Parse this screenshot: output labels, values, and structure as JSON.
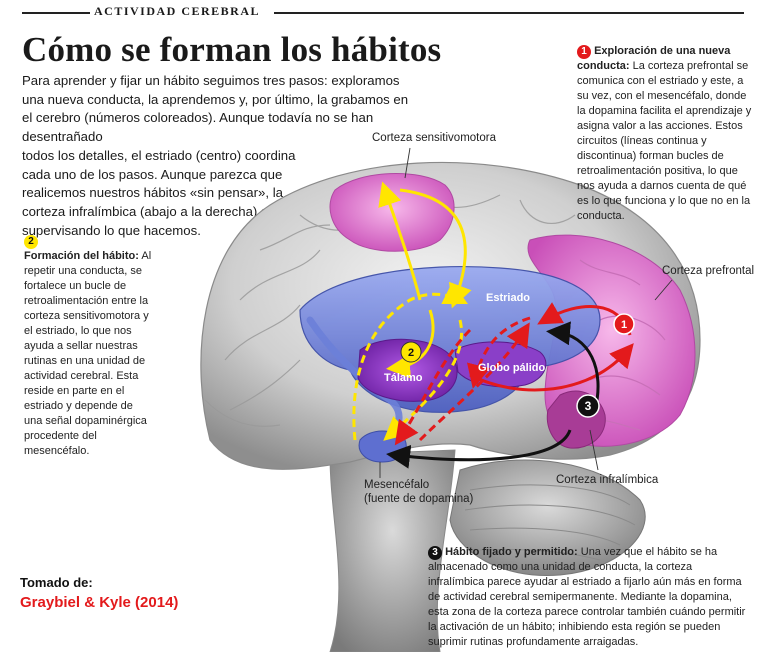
{
  "section_label": "ACTIVIDAD CEREBRAL",
  "title": "Cómo se forman los hábitos",
  "intro": {
    "line_1": "Para aprender y fijar un hábito seguimos tres pasos: exploramos una nueva conducta, la aprendemos y, por último, la grabamos en el cerebro (números coloreados). Aunque todavía no se han desentrañado",
    "line_2": "todos los detalles, el estriado (centro) coordina cada uno de los pasos. Aunque parezca que realicemos nuestros hábitos «sin pensar», la corteza infralímbica (abajo a la derecha) sigue supervisando lo que hacemos."
  },
  "step_1": {
    "number": "1",
    "title": "Exploración de una nueva conducta:",
    "text": "La corteza prefrontal se comunica con el estriado y este, a su vez, con el mesencéfalo, donde la dopamina facilita el aprendizaje y asigna valor a las acciones. Estos circuitos (líneas continua y discontinua) forman bucles de retroalimentación positiva, lo que nos ayuda a darnos cuenta de qué es lo que funciona y lo que no en la conducta.",
    "color": "#e31a1c"
  },
  "step_2": {
    "number": "2",
    "title": "Formación del hábito:",
    "text": "Al repetir una conducta, se fortalece un bucle de retroalimentación entre la corteza sensitivomotora y el estriado, lo que nos ayuda a sellar nuestras rutinas en una unidad de actividad cerebral. Esta reside en parte en el estriado y depende de una señal dopaminérgica procedente del mesencéfalo.",
    "color": "#ffe600"
  },
  "step_3": {
    "number": "3",
    "title": "Hábito fijado y permitido:",
    "text": "Una vez que el hábito se ha almacenado como una unidad de conducta, la corteza infralímbica parece ayudar al estriado a fijarlo aún más en forma de actividad cerebral semipermanente. Mediante la dopamina, esta zona de la corteza parece controlar también cuándo permitir la activación de un hábito; inhibiendo esta región se pueden suprimir rutinas profundamente arraigadas.",
    "color": "#111111"
  },
  "labels": {
    "sensorimotor": "Corteza sensitivomotora",
    "prefrontal": "Corteza prefrontal",
    "striatum": "Estriado",
    "globus_pallidus": "Globo pálido",
    "thalamus": "Tálamo",
    "midbrain": "Mesencéfalo",
    "midbrain_note": "(fuente de dopamina)",
    "infralimbic": "Corteza infralímbica"
  },
  "diagram_markers": {
    "red": "1",
    "yellow": "2",
    "black": "3"
  },
  "credit": {
    "line_1": "Tomado de:",
    "line_2": "Graybiel & Kyle (2014)"
  },
  "colors": {
    "accent_red": "#e31a1c",
    "accent_yellow": "#ffe600",
    "accent_black": "#111111",
    "prefrontal_pink": "#d964c8",
    "striatum_blue": "#6b80d8",
    "thalamus_purple": "#8a34c0"
  }
}
